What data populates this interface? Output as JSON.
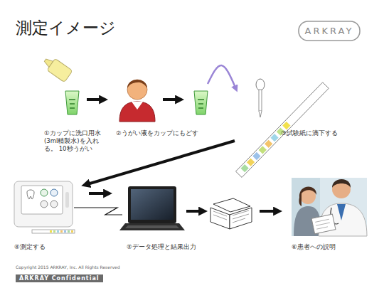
{
  "diagram": {
    "title": "測定イメージ",
    "nodes": [
      {
        "text": [
          "①カップに洗口用水 (3ml精製水)を入れる。 10秒うがい"
        ]
      },
      {
        "text": [
          "②うがい液をカップにもどす"
        ]
      },
      {
        "text": [
          "③試験紙に滴下する"
        ]
      },
      {
        "text": [
          "④測定する"
        ]
      },
      {
        "text": [
          "⑤データ処理と結果出力"
        ]
      },
      {
        "text": [
          "⑥患者への説明"
        ]
      }
    ],
    "edges": [
      {
        "from": 0,
        "to": 1,
        "arrow": "to"
      },
      {
        "from": 1,
        "to": 2,
        "arrow": "to"
      },
      {
        "from": 2,
        "to": 3,
        "arrow": "to"
      },
      {
        "from": 3,
        "to": 4,
        "arrow": "to"
      },
      {
        "from": 4,
        "to": 5,
        "arrow": "to"
      }
    ],
    "labels": [
      "ARKRAY",
      "Copyright 2015 ARKRAY, Inc. All Rights Reserved",
      "ARKRAY Confidential"
    ]
  }
}
